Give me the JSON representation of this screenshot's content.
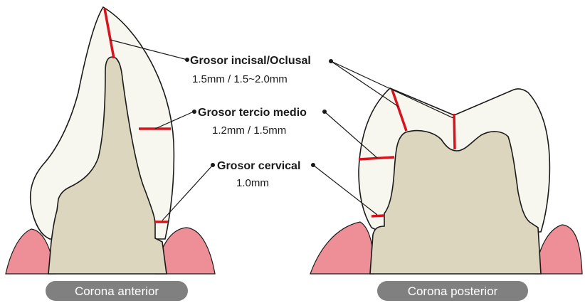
{
  "labels": {
    "incisal": {
      "title": "Grosor incisal/Oclusal",
      "value": "1.5mm / 1.5~2.0mm"
    },
    "middle": {
      "title": "Grosor tercio medio",
      "value": "1.2mm / 1.5mm"
    },
    "cervical": {
      "title": "Grosor cervical",
      "value": "1.0mm"
    }
  },
  "captions": {
    "anterior": "Corona anterior",
    "posterior": "Corona posterior"
  },
  "colors": {
    "gum": "#ee8f97",
    "crown": "#f8f7ef",
    "core": "#dcd6be",
    "outline": "#1a1a1a",
    "measure": "#d7141e",
    "caption_bg": "#808080"
  }
}
